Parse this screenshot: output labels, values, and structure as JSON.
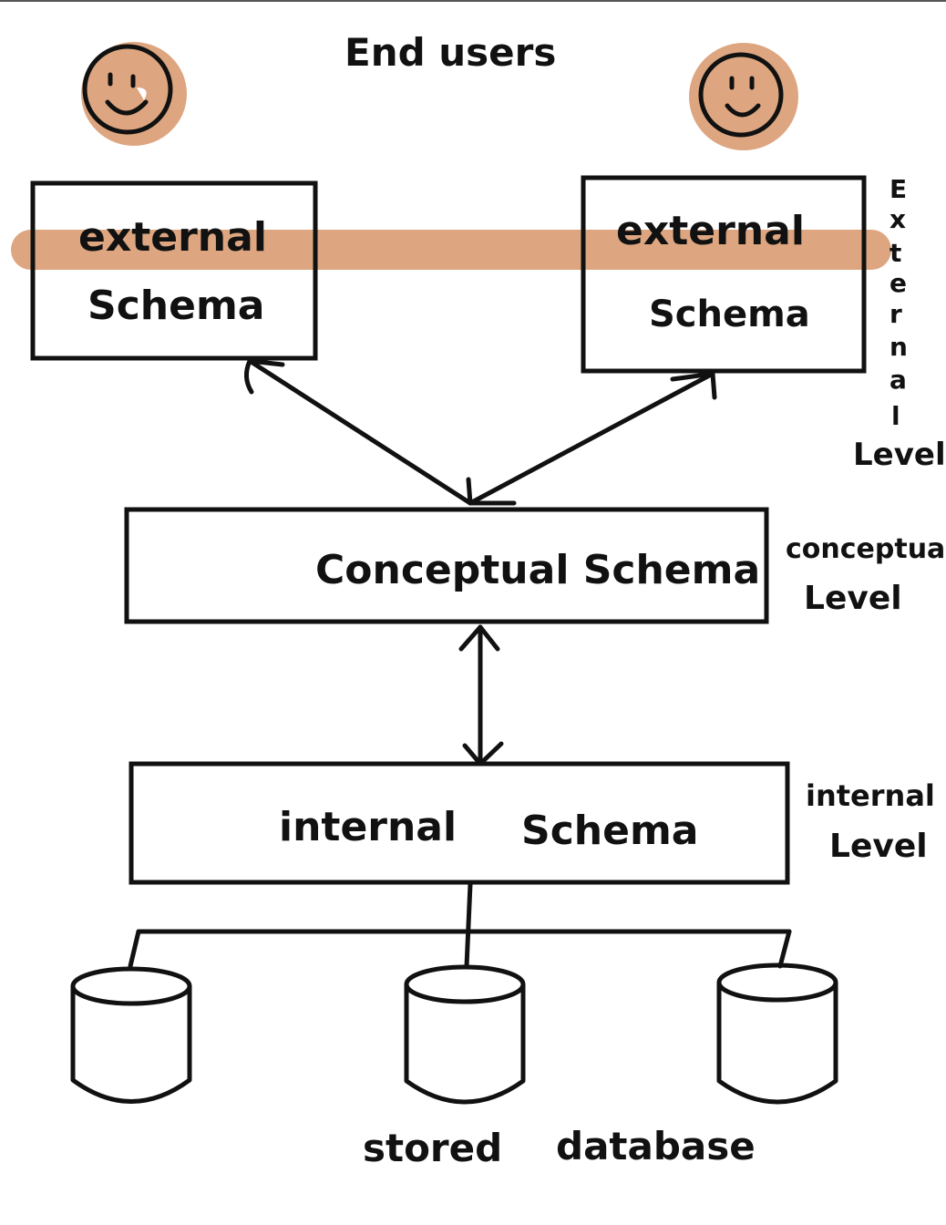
{
  "title": "End users",
  "highlight_color": "#DDA680",
  "ink_color": "#111111",
  "users": [
    {
      "icon": "smiley-face-icon"
    },
    {
      "icon": "smiley-face-icon"
    }
  ],
  "external_schemas": [
    {
      "line1": "external",
      "line2": "Schema"
    },
    {
      "line1": "external",
      "line2": "Schema"
    }
  ],
  "conceptual_schema": "Conceptual Schema",
  "internal_schema": {
    "word1": "internal",
    "word2": "Schema"
  },
  "level_labels": {
    "external_letters": [
      "E",
      "x",
      "t",
      "e",
      "r",
      "n",
      "a",
      "l"
    ],
    "external_word2": "Level",
    "conceptual_line1": "conceptual",
    "conceptual_line2": "Level",
    "internal_line1": "internal",
    "internal_line2": "Level"
  },
  "databases": [
    {
      "icon": "database-cylinder-icon"
    },
    {
      "icon": "database-cylinder-icon"
    },
    {
      "icon": "database-cylinder-icon"
    }
  ],
  "stored_database": {
    "word1": "stored",
    "word2": "database"
  }
}
